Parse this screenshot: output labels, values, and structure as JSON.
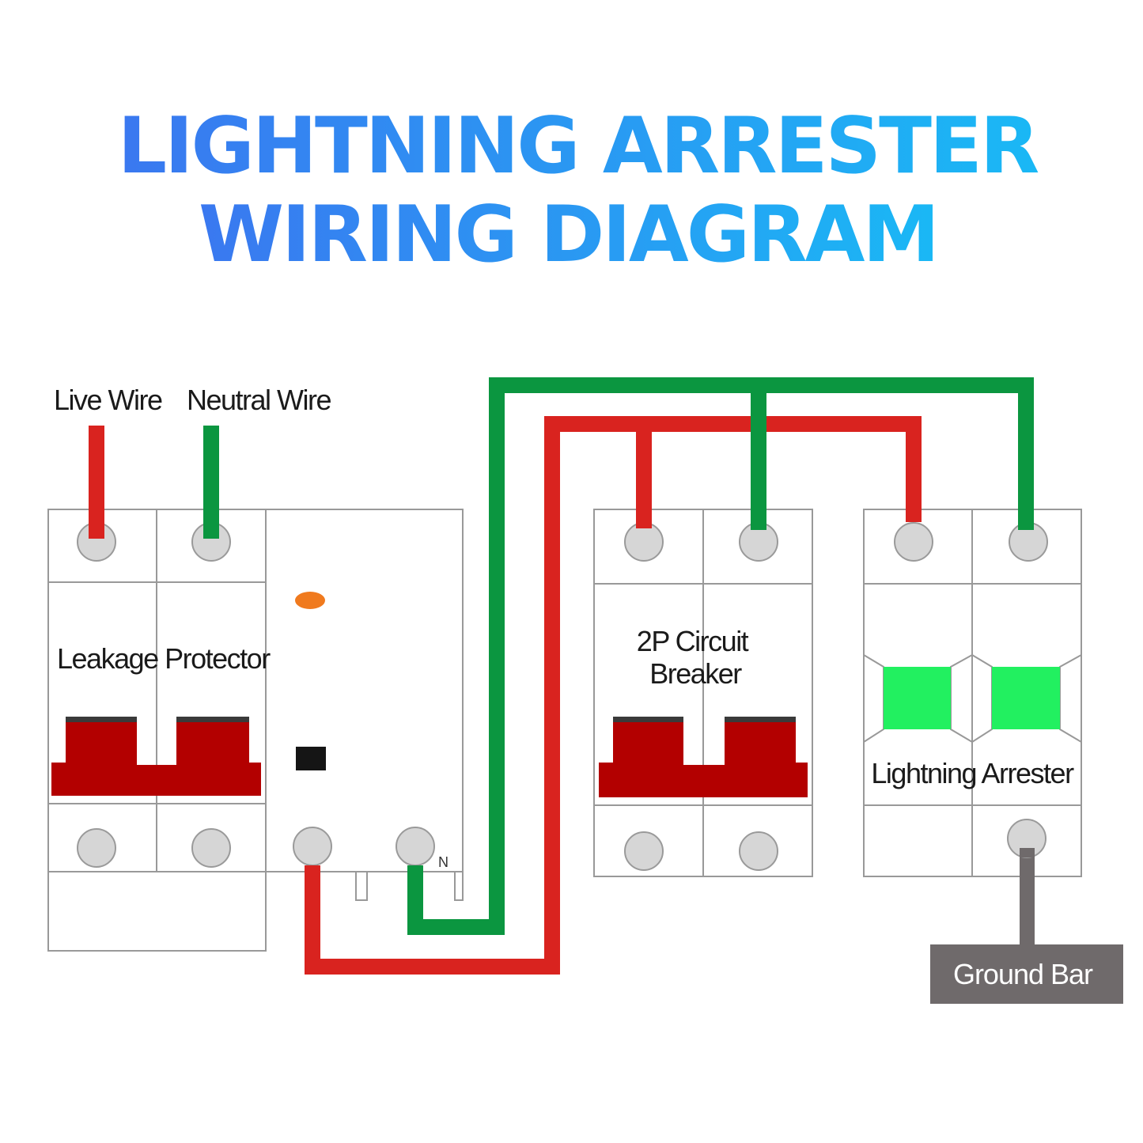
{
  "title": {
    "line1": "LIGHTNING ARRESTER",
    "line2": "WIRING DIAGRAM"
  },
  "labels": {
    "live_wire": "Live Wire",
    "neutral_wire": "Neutral Wire",
    "leakage_protector": "Leakage Protector",
    "circuit_breaker_line1": "2P Circuit",
    "circuit_breaker_line2": "Breaker",
    "lightning_arrester": "Lightning Arrester",
    "neutral_terminal": "N",
    "ground_bar": "Ground Bar"
  },
  "colors": {
    "live_wire": "#d9231f",
    "neutral_wire": "#0b9640",
    "ground_wire": "#6f6a6b",
    "switch_handle": "#b30000",
    "arrester_indicator": "#22f060",
    "indicator_light": "#f07a1e",
    "title_gradient_start": "#3a78f0",
    "title_gradient_end": "#1ab8f5"
  }
}
